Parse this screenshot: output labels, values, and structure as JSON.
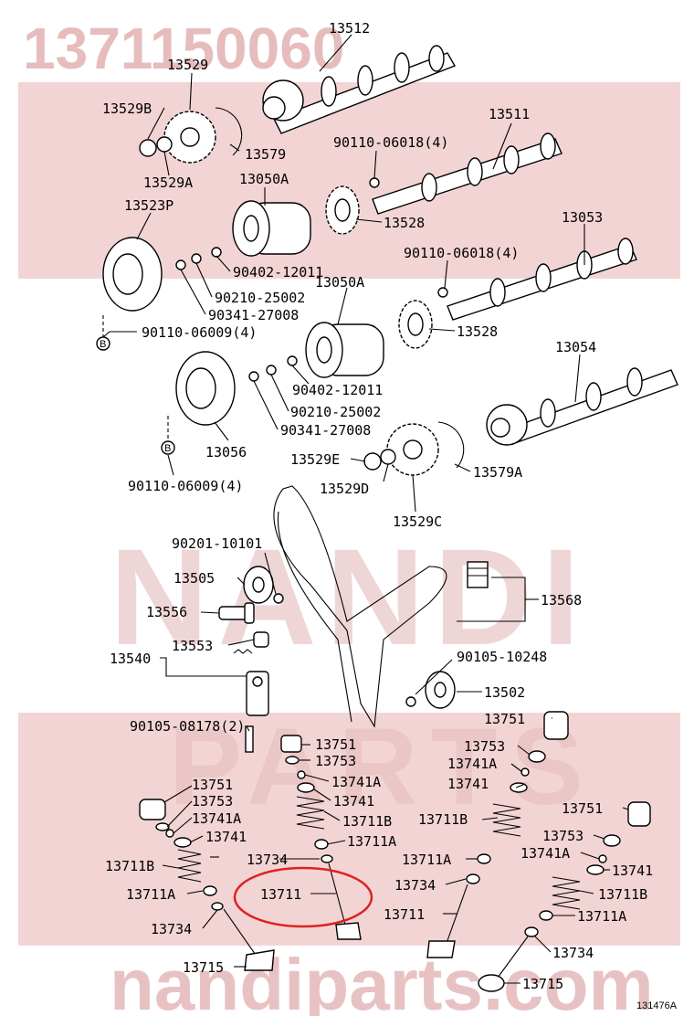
{
  "watermark": {
    "part_number": "1371150060",
    "brand_letters": "NANDI",
    "brand_word": "PARTS",
    "site": "nandiparts.com",
    "colors": {
      "band": "#f3d4d4",
      "text": "#e6bcbc",
      "highlight": "#e02020"
    }
  },
  "figure_code": "131476A",
  "labels": [
    "13512",
    "13529",
    "13529B",
    "13579",
    "13529A",
    "13511",
    "90110-06018(4)",
    "13050A",
    "13523P",
    "13528",
    "13053",
    "90110-06018(4)",
    "90402-12011",
    "90210-25002",
    "90341-27008",
    "90110-06009(4)",
    "13050A",
    "13528",
    "13054",
    "90402-12011",
    "90210-25002",
    "90341-27008",
    "13056",
    "90110-06009(4)",
    "13529E",
    "13529D",
    "13579A",
    "13529C",
    "90201-10101",
    "13505",
    "13556",
    "13568",
    "13553",
    "13540",
    "90105-10248",
    "13502",
    "90105-08178(2)",
    "13751",
    "13753",
    "13741A",
    "13741",
    "13711B",
    "13711A",
    "13751",
    "13753",
    "13741A",
    "13741",
    "13711B",
    "13711A",
    "13734",
    "13711",
    "13751",
    "13753",
    "13741A",
    "13741",
    "13711B",
    "13711A",
    "13734",
    "13711",
    "13751",
    "13753",
    "13741A",
    "13741",
    "13711B",
    "13711A",
    "13734",
    "13715",
    "13734",
    "13715"
  ],
  "highlight_part": "13711"
}
